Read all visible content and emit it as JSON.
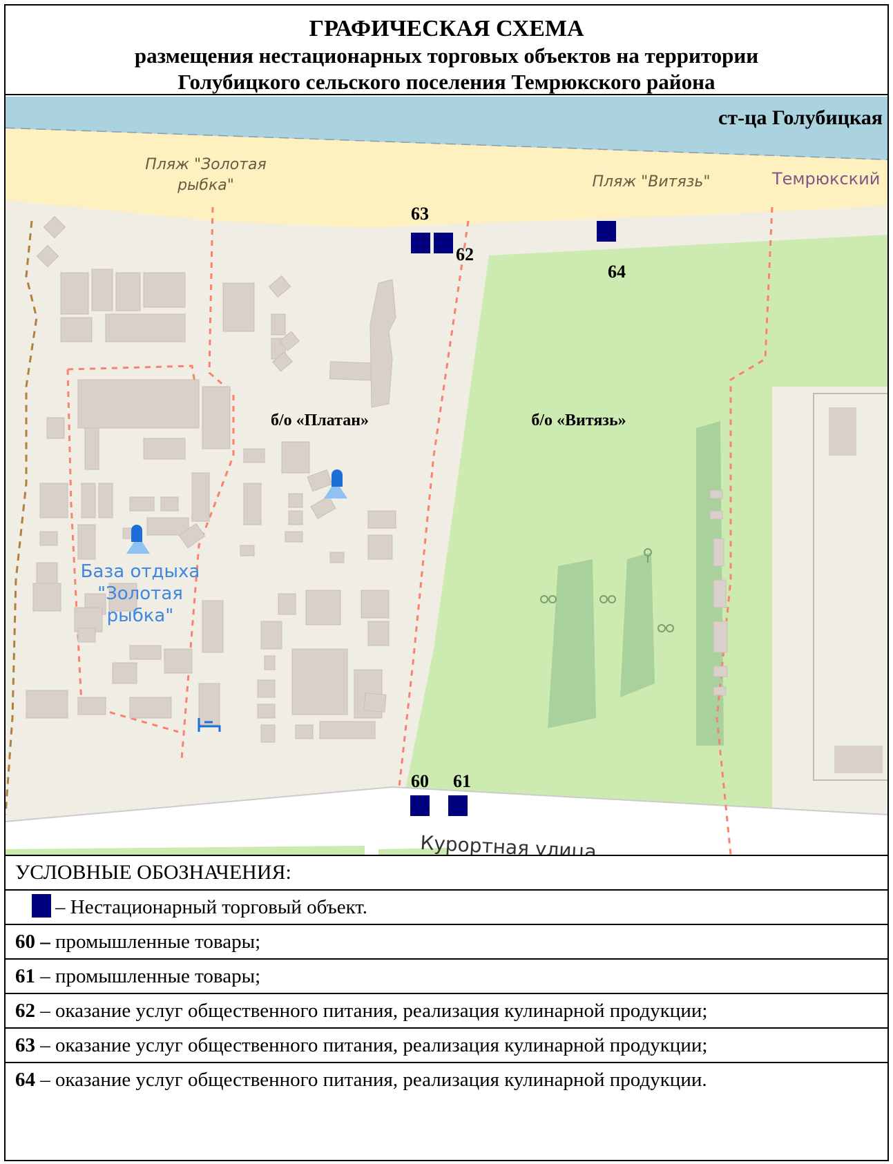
{
  "header": {
    "title": "ГРАФИЧЕСКАЯ  СХЕМА",
    "subtitle_line1": "размещения нестационарных торговых объектов на территории",
    "subtitle_line2": "Голубицкого сельского поселения Темрюкского района"
  },
  "map": {
    "settlement_label": "ст-ца Голубицкая",
    "beach_zolotaya_1": "Пляж \"Золотая",
    "beach_zolotaya_2": "рыбка\"",
    "beach_vityaz": "Пляж \"Витязь\"",
    "district_label": "Темрюкский",
    "base_platan": "б/о «Платан»",
    "base_vityaz": "б/о «Витязь»",
    "resort_1": "База отдыха",
    "resort_2": "\"Золотая",
    "resort_3": "рыбка\"",
    "street_label": "Курортная улица",
    "objects": [
      "60",
      "61",
      "62",
      "63",
      "64"
    ],
    "colors": {
      "sea": "#aad3df",
      "beach": "#fff0bf",
      "land": "#f0ede5",
      "park": "#cdebb0",
      "building": "#d9d0c9",
      "object": "#00007f",
      "path": "#fa8072"
    }
  },
  "legend": {
    "title": "УСЛОВНЫЕ ОБОЗНАЧЕНИЯ:",
    "symbol_text": "– Нестационарный торговый объект.",
    "items": [
      {
        "num": "60 –",
        "text": " промышленные товары;"
      },
      {
        "num": "61",
        "text": " – промышленные товары;"
      },
      {
        "num": "62",
        "text": " – оказание услуг общественного питания, реализация кулинарной продукции;"
      },
      {
        "num": "63",
        "text": " – оказание услуг общественного питания, реализация кулинарной продукции;"
      },
      {
        "num": "64",
        "text": " – оказание услуг общественного питания, реализация кулинарной продукции."
      }
    ]
  }
}
